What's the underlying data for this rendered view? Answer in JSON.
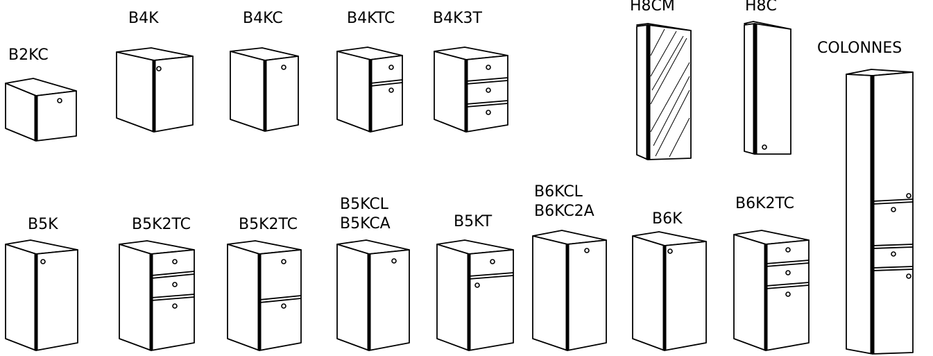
{
  "labels": {
    "b2kc": "B2KC",
    "b4k": "B4K",
    "b4kc": "B4KC",
    "b4ktc": "B4KTC",
    "b4k3t": "B4K3T",
    "h8cm": "H8CM",
    "h8c": "H8C",
    "colonnes": "COLONNES",
    "b5k": "B5K",
    "b5k2tc_1": "B5K2TC",
    "b5k2tc_2": "B5K2TC",
    "b5kcl": "B5KCL",
    "b5kca": "B5KCA",
    "b5kt": "B5KT",
    "b6kcl": "B6KCL",
    "b6kc2a": "B6KC2A",
    "b6k": "B6K",
    "b6k2tc": "B6K2TC"
  },
  "colors": {
    "line": "#000000",
    "background": "#ffffff"
  }
}
